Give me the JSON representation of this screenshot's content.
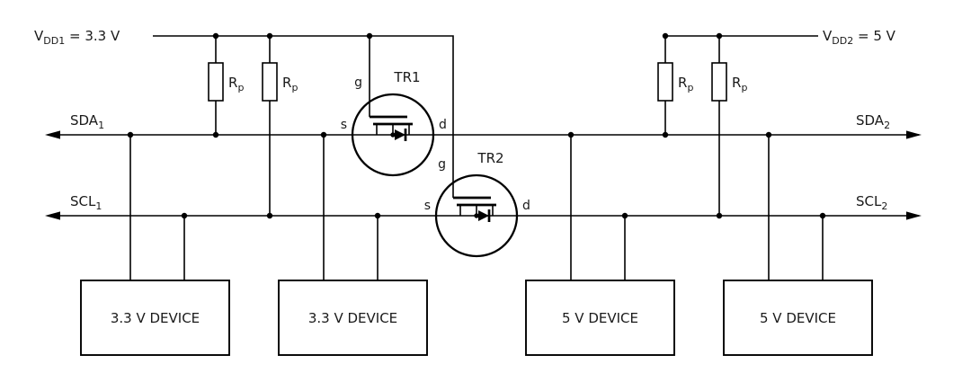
{
  "colors": {
    "background": "#ffffff",
    "stroke": "#000000",
    "text": "#1a1a1a"
  },
  "labels": {
    "vdd1": {
      "base": "V",
      "sub": "DD1",
      "suffix": " = 3.3 V"
    },
    "vdd2": {
      "base": "V",
      "sub": "DD2",
      "suffix": " = 5 V"
    },
    "sda1": {
      "base": "SDA",
      "sub": "1"
    },
    "scl1": {
      "base": "SCL",
      "sub": "1"
    },
    "sda2": {
      "base": "SDA",
      "sub": "2"
    },
    "scl2": {
      "base": "SCL",
      "sub": "2"
    },
    "pullup": {
      "base": "R",
      "sub": "p"
    }
  },
  "transistors": [
    {
      "name": "TR1",
      "gate_label": "g",
      "source_label": "s",
      "drain_label": "d"
    },
    {
      "name": "TR2",
      "gate_label": "g",
      "source_label": "s",
      "drain_label": "d"
    }
  ],
  "devices": [
    {
      "label": "3.3 V DEVICE"
    },
    {
      "label": "3.3 V DEVICE"
    },
    {
      "label": "5 V DEVICE"
    },
    {
      "label": "5 V DEVICE"
    }
  ]
}
